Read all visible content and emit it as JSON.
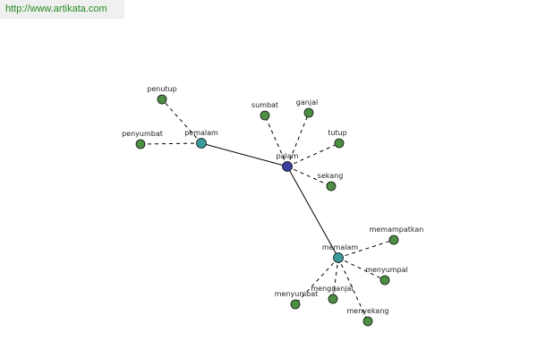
{
  "watermark": {
    "url": "http://www.artikata.com",
    "color": "#228b22"
  },
  "colors": {
    "center_node": "#3a3f9e",
    "hub_node": "#3c9a9a",
    "leaf_node": "#4c8f42"
  },
  "graph": {
    "center": "palam",
    "hubs": [
      "pemalam",
      "memalam"
    ],
    "nodes": [
      {
        "id": "palam",
        "label": "palam",
        "kind": "center"
      },
      {
        "id": "pemalam",
        "label": "pemalam",
        "kind": "hub"
      },
      {
        "id": "memalam",
        "label": "memalam",
        "kind": "hub"
      },
      {
        "id": "penutup",
        "label": "penutup",
        "kind": "leaf"
      },
      {
        "id": "penyumbat",
        "label": "penyumbat",
        "kind": "leaf"
      },
      {
        "id": "sumbat",
        "label": "sumbat",
        "kind": "leaf"
      },
      {
        "id": "ganjal",
        "label": "ganjal",
        "kind": "leaf"
      },
      {
        "id": "tutup",
        "label": "tutup",
        "kind": "leaf"
      },
      {
        "id": "sekang",
        "label": "sekang",
        "kind": "leaf"
      },
      {
        "id": "memampatkan",
        "label": "memampatkan",
        "kind": "leaf"
      },
      {
        "id": "menyumpal",
        "label": "menyumpal",
        "kind": "leaf"
      },
      {
        "id": "menyumbat",
        "label": "menyumbat",
        "kind": "leaf"
      },
      {
        "id": "mengganjal",
        "label": "mengganjal",
        "kind": "leaf"
      },
      {
        "id": "menyekang",
        "label": "menyekang",
        "kind": "leaf"
      }
    ],
    "edges": [
      {
        "from": "palam",
        "to": "pemalam",
        "style": "solid"
      },
      {
        "from": "palam",
        "to": "memalam",
        "style": "solid"
      },
      {
        "from": "pemalam",
        "to": "penutup",
        "style": "dashed"
      },
      {
        "from": "pemalam",
        "to": "penyumbat",
        "style": "dashed"
      },
      {
        "from": "palam",
        "to": "sumbat",
        "style": "dashed"
      },
      {
        "from": "palam",
        "to": "ganjal",
        "style": "dashed"
      },
      {
        "from": "palam",
        "to": "tutup",
        "style": "dashed"
      },
      {
        "from": "palam",
        "to": "sekang",
        "style": "dashed"
      },
      {
        "from": "memalam",
        "to": "memampatkan",
        "style": "dashed"
      },
      {
        "from": "memalam",
        "to": "menyumpal",
        "style": "dashed"
      },
      {
        "from": "memalam",
        "to": "menyumbat",
        "style": "dashed"
      },
      {
        "from": "memalam",
        "to": "mengganjal",
        "style": "dashed"
      },
      {
        "from": "memalam",
        "to": "menyekang",
        "style": "dashed"
      }
    ]
  }
}
